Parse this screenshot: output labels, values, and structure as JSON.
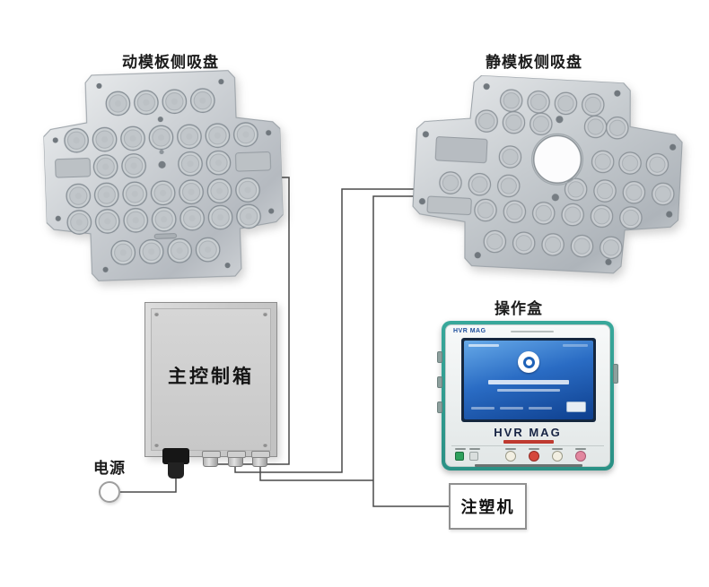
{
  "labels": {
    "moving_platen": "动模板侧吸盘",
    "static_platen": "静模板侧吸盘",
    "control_box": "主控制箱",
    "operation_box": "操作盒",
    "power": "电源",
    "injection_machine": "注塑机"
  },
  "operation_panel": {
    "brand_top": "HVR MAG",
    "brand": "HVR MAG"
  },
  "colors": {
    "panel_teal": "#2f9e92",
    "screen_blue": "#1e5db4",
    "wire_gray": "#4a4a4a",
    "plate_silver": "#c7ccd0",
    "button_green": "#2ea05c",
    "button_red": "#d5473c",
    "button_pink": "#e2879f"
  }
}
